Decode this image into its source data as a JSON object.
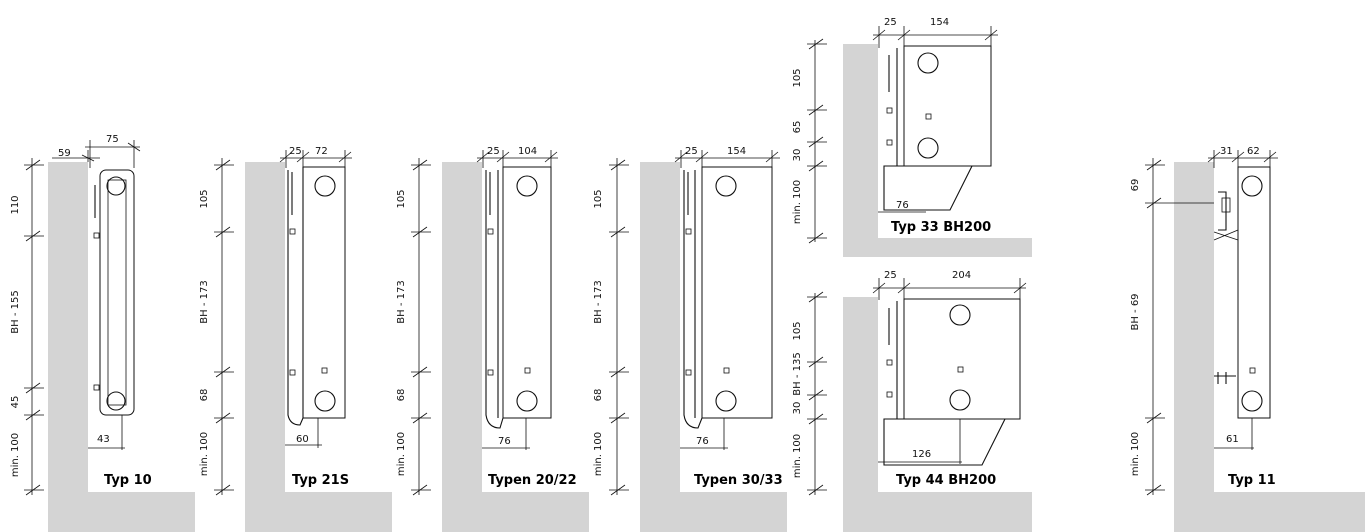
{
  "diagrams": {
    "typ10": {
      "label": "Typ 10",
      "dims": [
        "59",
        "75",
        "110",
        "BH - 155",
        "45",
        "min. 100",
        "43"
      ]
    },
    "typ21s": {
      "label": "Typ 21S",
      "dims": [
        "25",
        "72",
        "105",
        "BH - 173",
        "68",
        "min. 100",
        "60"
      ]
    },
    "typ2022": {
      "label": "Typen 20/22",
      "dims": [
        "25",
        "104",
        "105",
        "BH - 173",
        "68",
        "min. 100",
        "76"
      ]
    },
    "typ3033": {
      "label": "Typen 30/33",
      "dims": [
        "25",
        "154",
        "105",
        "BH - 173",
        "68",
        "min. 100",
        "76"
      ]
    },
    "typ33bh": {
      "label": "Typ 33 BH200",
      "dims": [
        "25",
        "154",
        "105",
        "65",
        "30",
        "min. 100",
        "76"
      ]
    },
    "typ44bh": {
      "label": "Typ 44 BH200",
      "dims": [
        "25",
        "204",
        "105",
        "BH - 135",
        "30",
        "min. 100",
        "126"
      ]
    },
    "typ11": {
      "label": "Typ 11",
      "dims": [
        "31",
        "62",
        "69",
        "BH - 69",
        "min. 100",
        "61"
      ]
    }
  }
}
